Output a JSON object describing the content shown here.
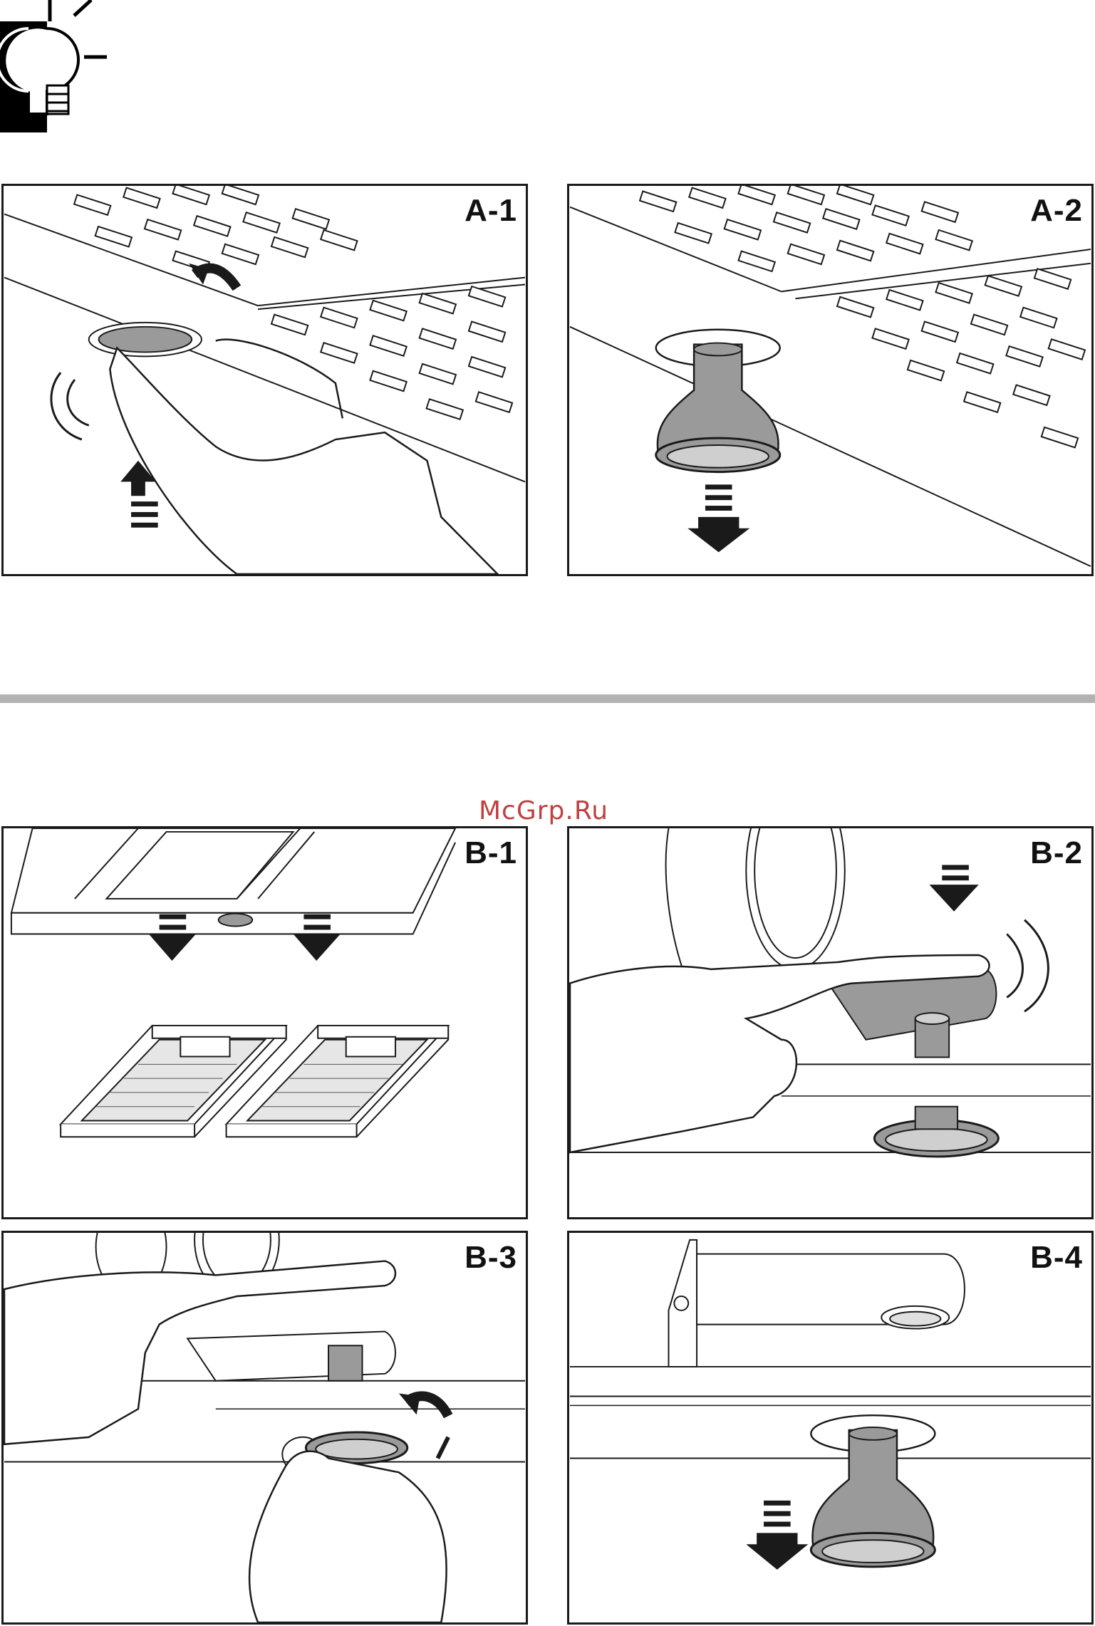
{
  "header": {
    "icon": "lamp-icon"
  },
  "panels": {
    "a1": {
      "label": "A-1"
    },
    "a2": {
      "label": "A-2"
    },
    "b1": {
      "label": "B-1"
    },
    "b2": {
      "label": "B-2"
    },
    "b3": {
      "label": "B-3"
    },
    "b4": {
      "label": "B-4"
    }
  },
  "watermark": {
    "text": "McGrp.Ru"
  },
  "colors": {
    "line": "#1a1a1a",
    "fill_gray": "#9a9a9a",
    "divider": "#b3b3b3",
    "watermark": "#c04040"
  }
}
